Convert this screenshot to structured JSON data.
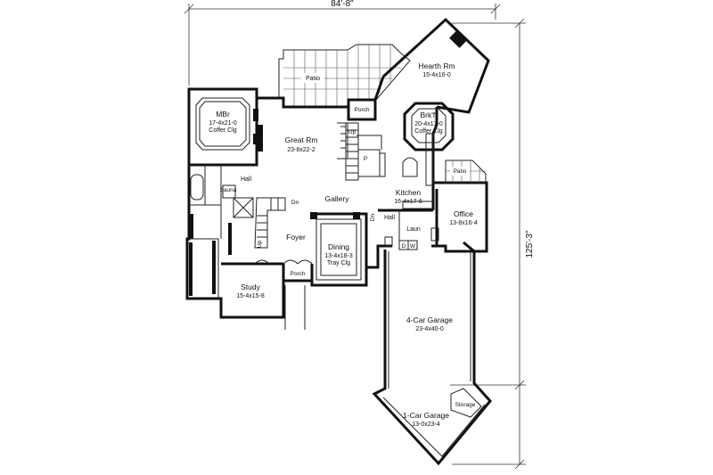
{
  "dimensions": {
    "width_label": "84'-8\"",
    "depth_label": "125'-3\""
  },
  "rooms": [
    {
      "key": "hearth",
      "name": "Hearth Rm",
      "size": "15-4x16-0"
    },
    {
      "key": "patio_top",
      "name": "Patio"
    },
    {
      "key": "porch_top",
      "name": "Porch"
    },
    {
      "key": "mbr",
      "name": "MBr",
      "size": "17-4x21-0",
      "note": "Coffer Clg"
    },
    {
      "key": "brk",
      "name": "Brk'ft",
      "size": "20-4x13-0",
      "note": "Coffer Clg"
    },
    {
      "key": "great",
      "name": "Great Rm",
      "size": "23-8x22-2"
    },
    {
      "key": "patio_right",
      "name": "Patio"
    },
    {
      "key": "hall_left",
      "name": "Hall"
    },
    {
      "key": "sauna",
      "name": "Sauna"
    },
    {
      "key": "gallery",
      "name": "Gallery"
    },
    {
      "key": "kitchen",
      "name": "Kitchen",
      "size": "16-4x17-6"
    },
    {
      "key": "office",
      "name": "Office",
      "size": "13-8x16-4"
    },
    {
      "key": "hall_mid",
      "name": "Hall"
    },
    {
      "key": "laun",
      "name": "Laun"
    },
    {
      "key": "foyer",
      "name": "Foyer"
    },
    {
      "key": "dining",
      "name": "Dining",
      "size": "13-4x18-3",
      "note": "Tray Clg"
    },
    {
      "key": "porch_front",
      "name": "Porch"
    },
    {
      "key": "study",
      "name": "Study",
      "size": "15-4x15-8"
    },
    {
      "key": "garage4",
      "name": "4-Car Garage",
      "size": "23-4x40-0"
    },
    {
      "key": "storage",
      "name": "Storage"
    },
    {
      "key": "garage1",
      "name": "1-Car Garage",
      "size": "13-0x23-4"
    }
  ],
  "markers": {
    "dn_1": "Dn",
    "dn_2": "Dn",
    "up_1": "Up",
    "up_2": "Up",
    "pantry": "P",
    "dw": "D",
    "washer": "W"
  }
}
